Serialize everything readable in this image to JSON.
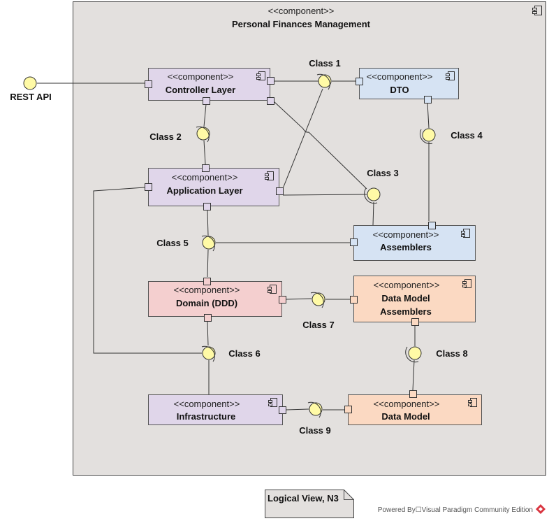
{
  "diagram": {
    "container": {
      "stereotype": "<<component>>",
      "title": "Personal Finances Management"
    },
    "external": {
      "rest_api": "REST API"
    },
    "components": {
      "controller": {
        "stereotype": "<<component>>",
        "name": "Controller Layer"
      },
      "dto": {
        "stereotype": "<<component>>",
        "name": "DTO"
      },
      "application": {
        "stereotype": "<<component>>",
        "name": "Application Layer"
      },
      "assemblers": {
        "stereotype": "<<component>>",
        "name": "Assemblers"
      },
      "domain": {
        "stereotype": "<<component>>",
        "name": "Domain (DDD)"
      },
      "dm_assemblers": {
        "stereotype": "<<component>>",
        "name_line1": "Data Model",
        "name_line2": "Assemblers"
      },
      "infrastructure": {
        "stereotype": "<<component>>",
        "name": "Infrastructure"
      },
      "data_model": {
        "stereotype": "<<component>>",
        "name": "Data Model"
      }
    },
    "interfaces": {
      "c1": "Class 1",
      "c2": "Class 2",
      "c3": "Class 3",
      "c4": "Class 4",
      "c5": "Class 5",
      "c6": "Class 6",
      "c7": "Class 7",
      "c8": "Class 8",
      "c9": "Class 9"
    },
    "note": "Logical View, N3",
    "footer": "Powered By☐Visual Paradigm Community Edition"
  },
  "colors": {
    "container_fill": "#e3e0de",
    "layer_purple": "#e0d6ea",
    "dto_blue": "#d6e3f3",
    "domain_red": "#f4cfcf",
    "data_orange": "#fbd9c2",
    "lollipop_yellow": "#fffaa6",
    "note_fill": "#e3e0de"
  }
}
